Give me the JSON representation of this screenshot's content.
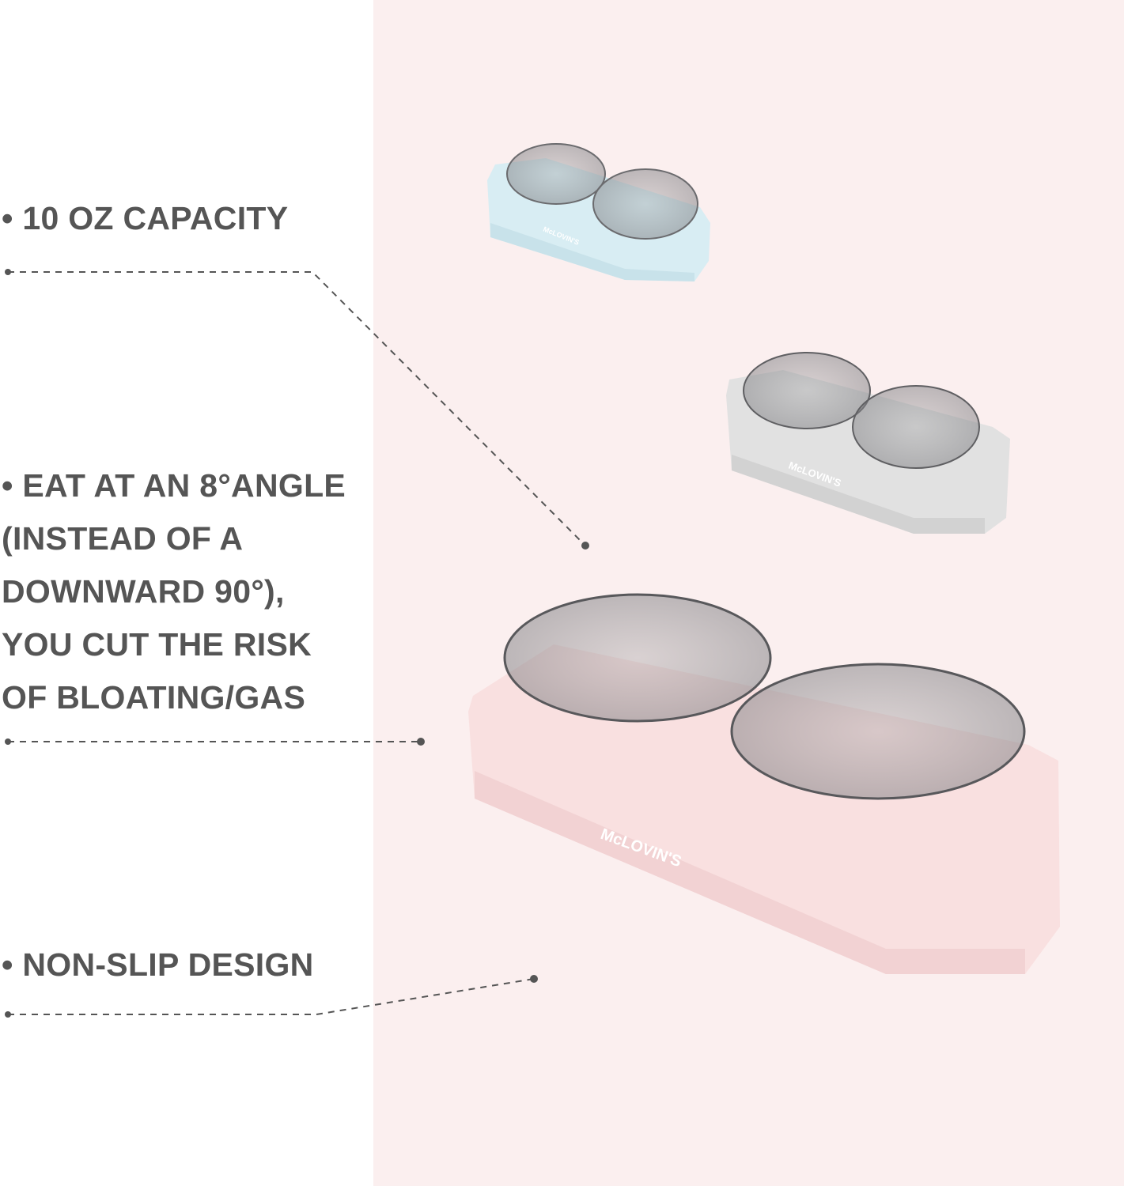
{
  "features": [
    {
      "lines": [
        "• 10 OZ CAPACITY"
      ]
    },
    {
      "lines": [
        "•  EAT AT AN 8°ANGLE",
        "(INSTEAD OF A",
        "DOWNWARD 90°),",
        "YOU CUT THE RISK",
        "OF BLOATING/GAS"
      ]
    },
    {
      "lines": [
        "•  NON-SLIP DESIGN"
      ]
    }
  ],
  "brand": "McLOVIN'S",
  "colors": {
    "text": "#555555",
    "background": "#fbefef",
    "blue": "#d6ecf2",
    "grey": "#dcdcdc",
    "pink": "#f8dede"
  }
}
